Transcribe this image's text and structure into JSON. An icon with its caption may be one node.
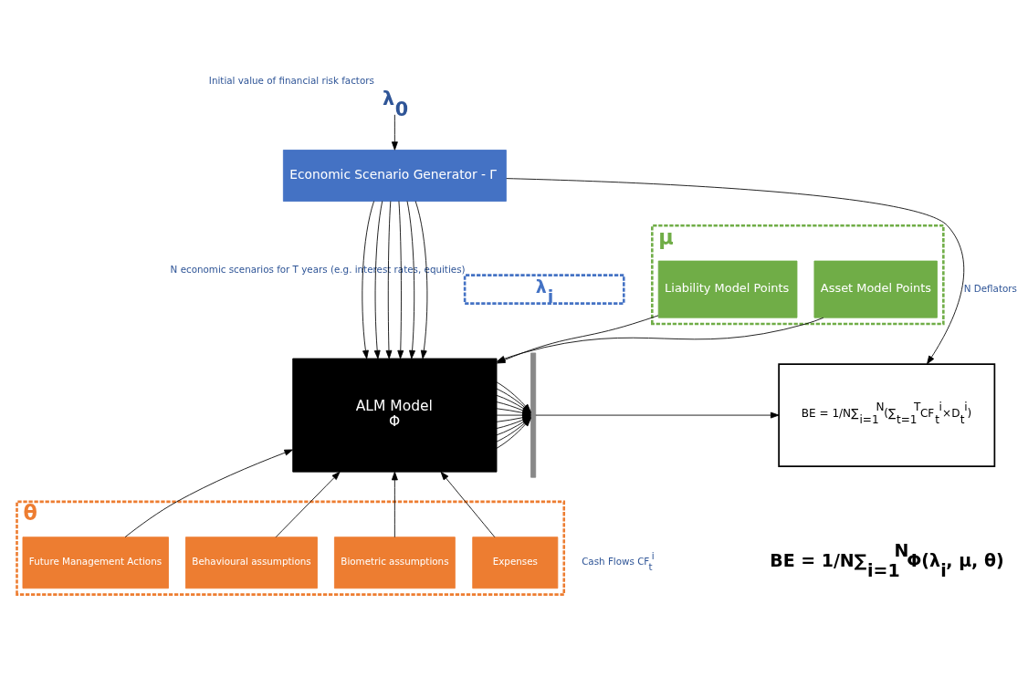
{
  "diagram": {
    "nodes": [
      {
        "text": [
          "λ$_{0}$"
        ],
        "beside": [
          "Initial value of financial risk factors"
        ]
      },
      {
        "text": [
          "Economic Scenario Generator - Γ"
        ]
      },
      {
        "text": [
          "λ$_{i}$"
        ],
        "beside": [
          "N economic scenarios for T years (e.g. interest rates, equities)"
        ]
      },
      {
        "text": [
          "μ"
        ]
      },
      {
        "text": [
          "Asset Model Points"
        ],
        "in": 3
      },
      {
        "text": [
          "Liability Model Points"
        ],
        "in": 3
      },
      {
        "text": [
          "ALM Model",
          "Φ"
        ]
      },
      {
        "text": [],
        "shape": "bracket"
      },
      {
        "text": [
          "BE = 1/N∑$_{i=1}$$^{N}$(∑$_{t=1}$$^{T}$CF$_{t}$$^{i}$×D$_{t}$$^{i}$)"
        ]
      },
      {
        "text": [
          "θ"
        ]
      },
      {
        "text": [
          "Future Management Actions"
        ],
        "in": 9
      },
      {
        "text": [
          "Behavioural assumptions"
        ],
        "in": 9
      },
      {
        "text": [
          "Biometric assumptions"
        ],
        "in": 9
      },
      {
        "text": [
          "Expenses"
        ],
        "in": 9
      }
    ],
    "edges": [
      {
        "from": 0,
        "to": 1,
        "arrow": "to"
      },
      {
        "from": 1,
        "to": 6,
        "arrow": "to"
      },
      {
        "from": 1,
        "to": 6,
        "arrow": "to"
      },
      {
        "from": 1,
        "to": 6,
        "arrow": "to"
      },
      {
        "from": 1,
        "to": 6,
        "arrow": "to"
      },
      {
        "from": 1,
        "to": 6,
        "arrow": "to"
      },
      {
        "from": 1,
        "to": 6,
        "arrow": "to"
      },
      {
        "from": 1,
        "to": 8,
        "arrow": "to",
        "label": "N Deflators"
      },
      {
        "from": 4,
        "to": 6,
        "arrow": "to"
      },
      {
        "from": 5,
        "to": 6,
        "arrow": "to"
      },
      {
        "from": 6,
        "to": 7,
        "arrow": "to"
      },
      {
        "from": 6,
        "to": 7,
        "arrow": "to"
      },
      {
        "from": 6,
        "to": 7,
        "arrow": "to"
      },
      {
        "from": 6,
        "to": 7,
        "arrow": "to"
      },
      {
        "from": 6,
        "to": 7,
        "arrow": "to"
      },
      {
        "from": 6,
        "to": 7,
        "arrow": "to"
      },
      {
        "from": 6,
        "to": 7,
        "arrow": "to"
      },
      {
        "from": 6,
        "to": 7,
        "arrow": "to"
      },
      {
        "from": 6,
        "to": 7,
        "arrow": "to"
      },
      {
        "from": 6,
        "to": 7,
        "arrow": "to"
      },
      {
        "from": 6,
        "to": 7,
        "arrow": "to"
      },
      {
        "from": 7,
        "to": 8,
        "arrow": "to"
      },
      {
        "from": 10,
        "to": 6,
        "arrow": "to"
      },
      {
        "from": 11,
        "to": 6,
        "arrow": "to"
      },
      {
        "from": 12,
        "to": 6,
        "arrow": "to"
      },
      {
        "from": 13,
        "to": 6,
        "arrow": "to"
      }
    ],
    "labels": [
      "Cash Flows CF$_{t}$$^{i}$",
      "BE = 1/N∑$_{i=1}$$^{N}$Φ(λ$_{i}$, μ, θ)"
    ]
  }
}
